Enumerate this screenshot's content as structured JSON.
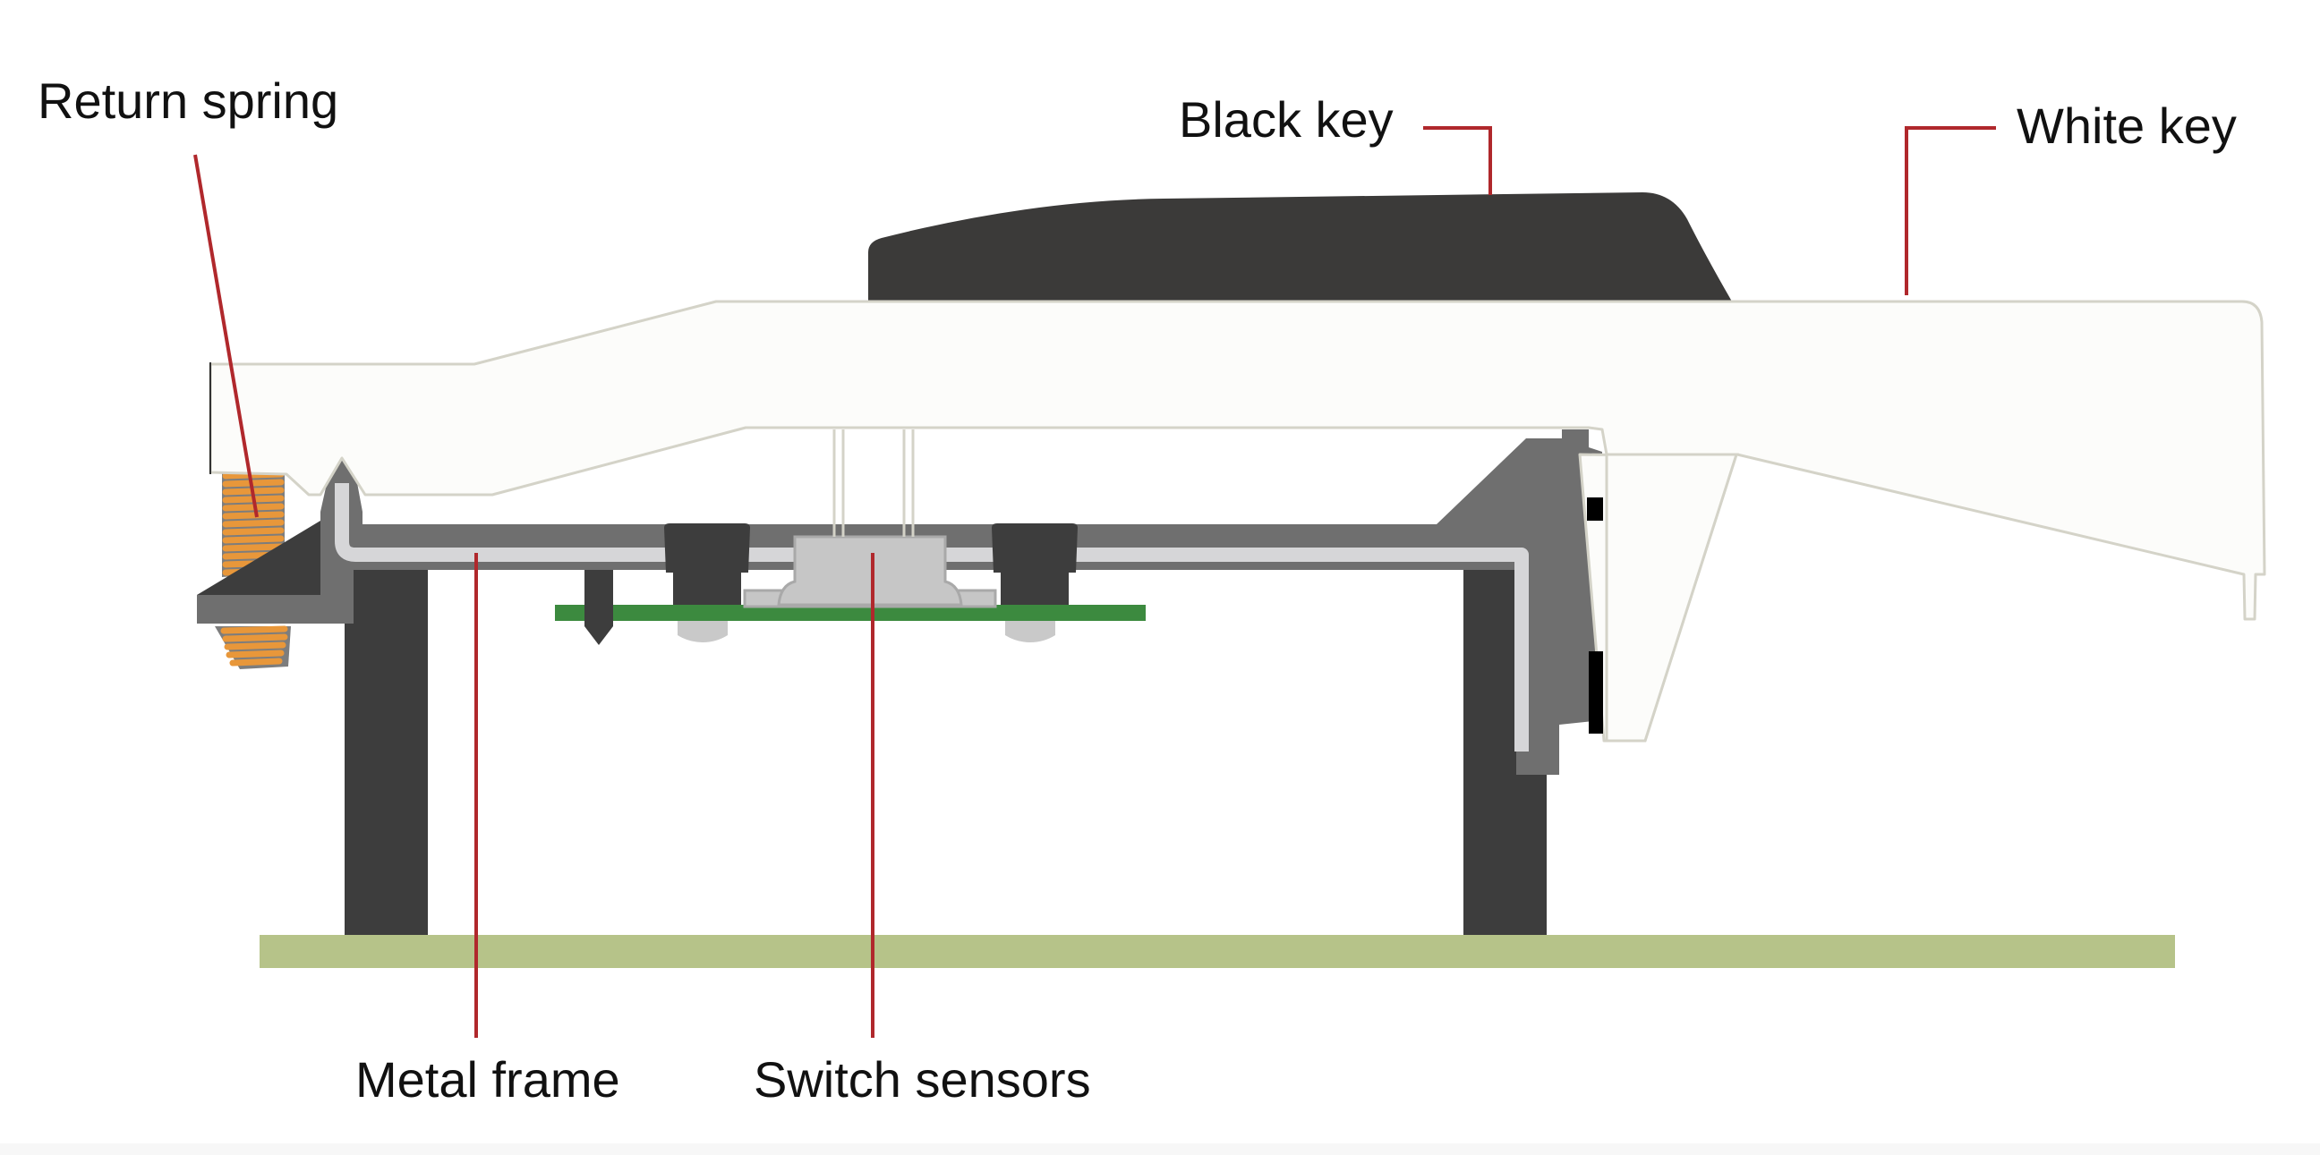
{
  "diagram": {
    "title": "Keyboard key mechanism cross-section",
    "labels": {
      "return_spring": "Return spring",
      "black_key": "Black key",
      "white_key": "White key",
      "metal_frame": "Metal frame",
      "switch_sensors": "Switch sensors"
    },
    "colors": {
      "leader_line": "#b0282c",
      "white_key_fill": "#fcfcfa",
      "white_key_outline": "#d4d3c8",
      "black_key": "#3b3a39",
      "frame_dark": "#6f6f6f",
      "frame_light": "#d6d6d8",
      "legs": "#3d3d3d",
      "base_plate": "#b6c389",
      "pcb": "#3c8a3f",
      "sensor": "#c6c6c6",
      "spring": "#e8973a",
      "spring_outline": "#7d7d7d"
    }
  }
}
